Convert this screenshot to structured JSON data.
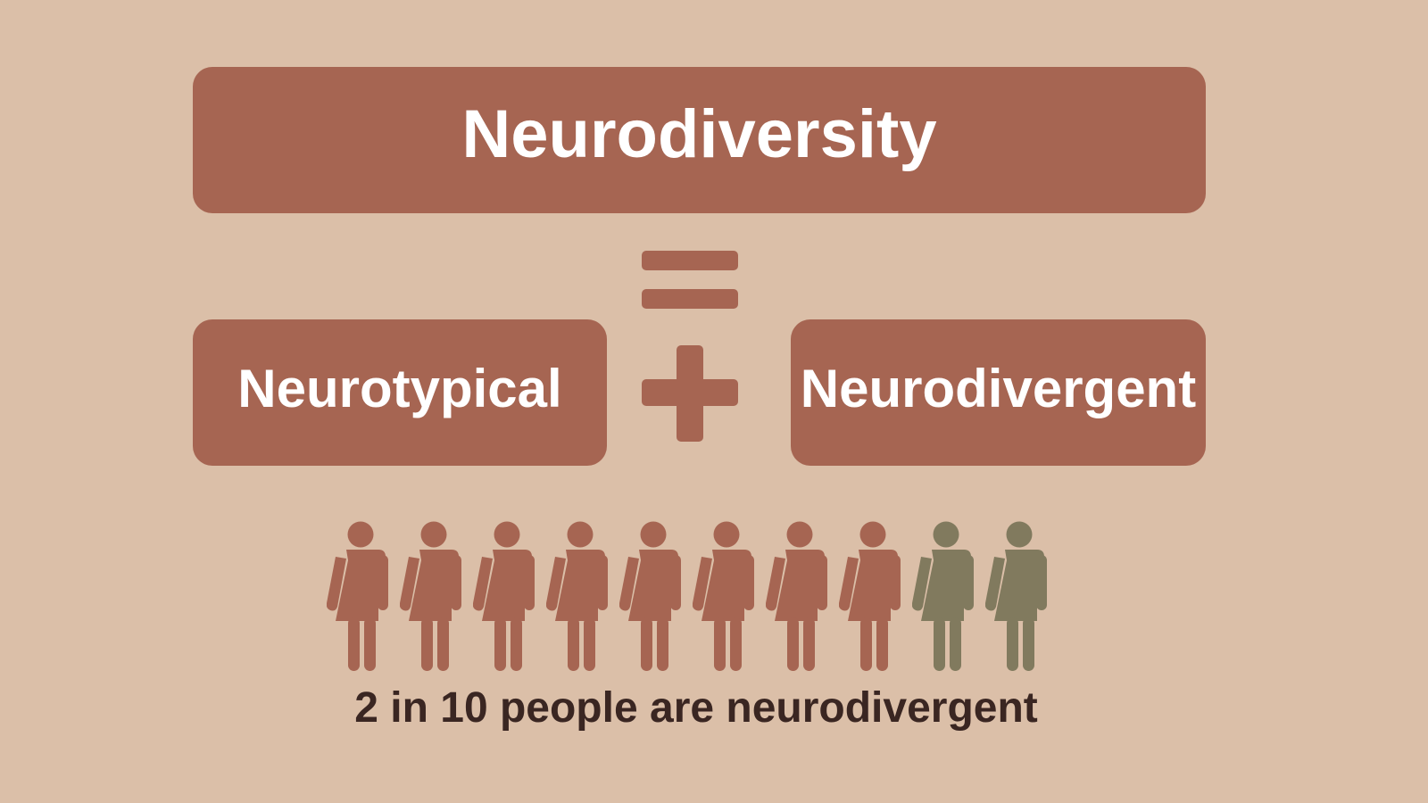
{
  "diagram": {
    "title": "Neurodiversity",
    "equals_symbol": "=",
    "plus_symbol": "+",
    "left_term": "Neurotypical",
    "right_term": "Neurodivergent"
  },
  "pictogram": {
    "total": 10,
    "highlighted": 2,
    "icon": "person-icon",
    "colors": {
      "neurotypical": "#a66552",
      "neurodivergent": "#817a5e"
    },
    "people": [
      {
        "group": "neurotypical"
      },
      {
        "group": "neurotypical"
      },
      {
        "group": "neurotypical"
      },
      {
        "group": "neurotypical"
      },
      {
        "group": "neurotypical"
      },
      {
        "group": "neurotypical"
      },
      {
        "group": "neurotypical"
      },
      {
        "group": "neurotypical"
      },
      {
        "group": "neurodivergent"
      },
      {
        "group": "neurodivergent"
      }
    ]
  },
  "caption": "2 in 10 people are neurodivergent",
  "colors": {
    "background": "#dbbfa8",
    "box": "#a66552",
    "box_text": "#ffffff",
    "caption_text": "#3a2622"
  }
}
